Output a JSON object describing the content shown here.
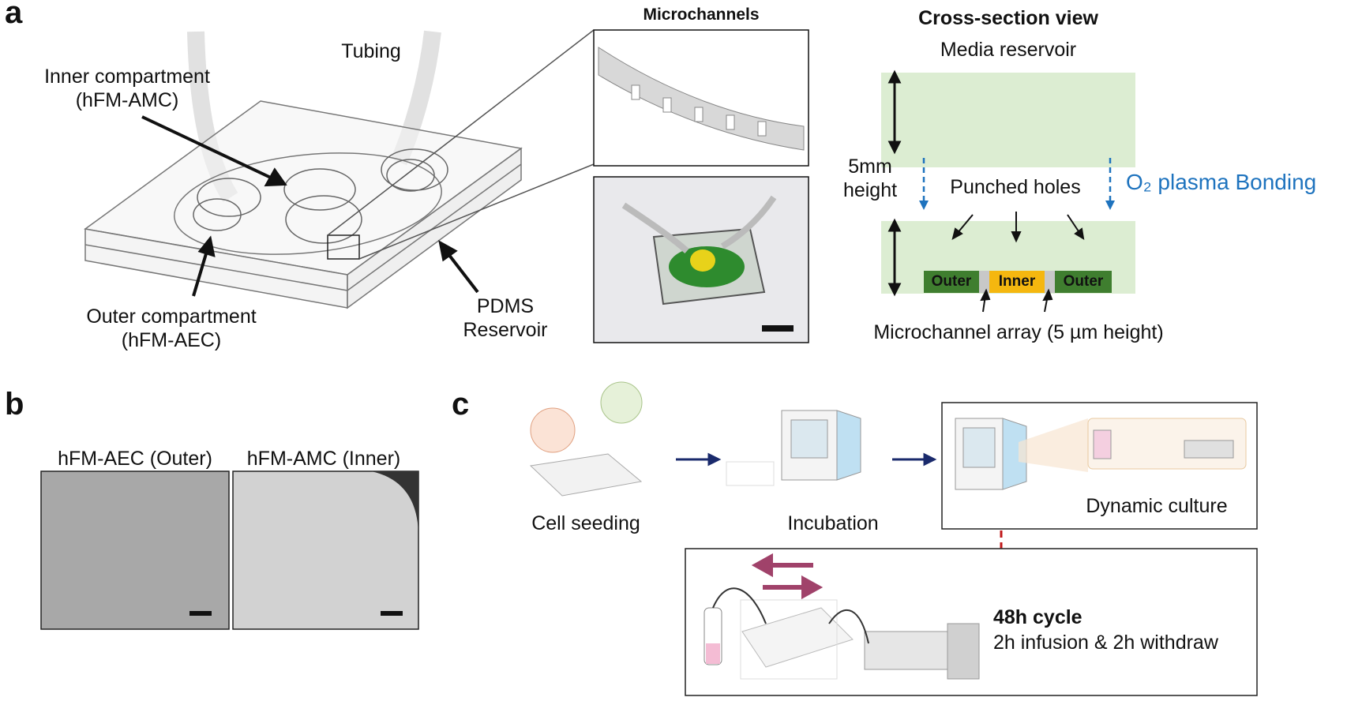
{
  "panel_a": {
    "letter": "a",
    "tubing": "Tubing",
    "inner_compartment": [
      "Inner compartment",
      "(hFM-AMC)"
    ],
    "outer_compartment": [
      "Outer compartment",
      "(hFM-AEC)"
    ],
    "pdms_reservoir": [
      "PDMS",
      "Reservoir"
    ],
    "microchannels_title": "Microchannels",
    "cross_section": {
      "title": "Cross-section view",
      "media_reservoir": "Media reservoir",
      "height": [
        "5mm",
        "height"
      ],
      "punched_holes": "Punched holes",
      "bonding": "O₂ plasma Bonding",
      "outer_left": "Outer",
      "inner": "Inner",
      "outer_right": "Outer",
      "microchannel_array": "Microchannel array (5 µm height)"
    },
    "colors": {
      "reservoir": "#dcedd2",
      "outer": "#3f7e2f",
      "inner": "#f5b70f",
      "bonding": "#1e73be"
    }
  },
  "panel_b": {
    "letter": "b",
    "outer_label": "hFM-AEC (Outer)",
    "inner_label": "hFM-AMC (Inner)"
  },
  "panel_c": {
    "letter": "c",
    "cell_seeding": "Cell seeding",
    "incubation": "Incubation",
    "dynamic_culture": "Dynamic culture",
    "cycle_title": "48h cycle",
    "cycle_desc": "2h infusion & 2h withdraw",
    "colors": {
      "arrow": "#1a2a6c",
      "dashed": "#c0181a",
      "flow": "#a0426a"
    }
  }
}
